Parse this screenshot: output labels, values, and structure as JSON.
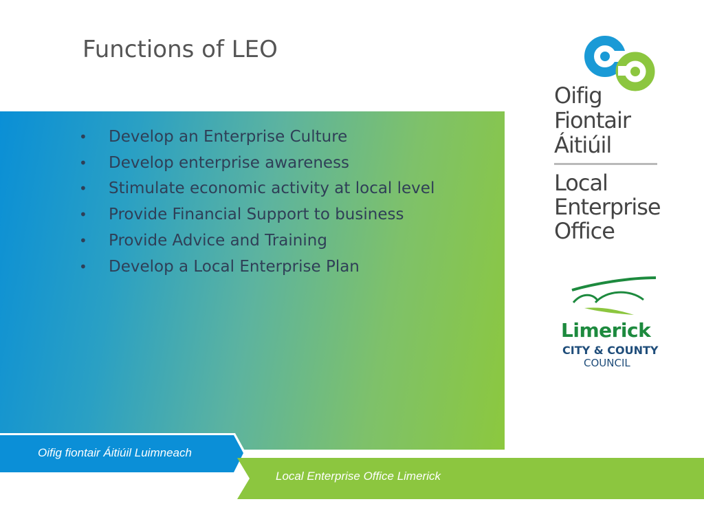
{
  "slide": {
    "title": "Functions of LEO",
    "bullets": [
      "Develop an Enterprise Culture",
      "Develop enterprise awareness",
      "Stimulate economic activity at local level",
      "Provide Financial Support to business",
      "Provide Advice and Training",
      "Develop a Local Enterprise Plan"
    ]
  },
  "footer": {
    "left_text": "Oifig fiontair Áitiúil Luimneach",
    "right_text": "Local Enterprise Office Limerick"
  },
  "logos": {
    "leo": {
      "irish_lines": [
        "Oifig",
        "Fiontair",
        "Áitiúil"
      ],
      "english_lines": [
        "Local",
        "Enterprise",
        "Office"
      ]
    },
    "council": {
      "name": "Limerick",
      "line2": "CITY & COUNTY",
      "line3": "COUNCIL"
    }
  },
  "colors": {
    "blue": "#0a8fd6",
    "green": "#8cc83e",
    "text": "#2f3f57",
    "council_green": "#1d8a3e",
    "council_blue": "#1f4d7a"
  }
}
